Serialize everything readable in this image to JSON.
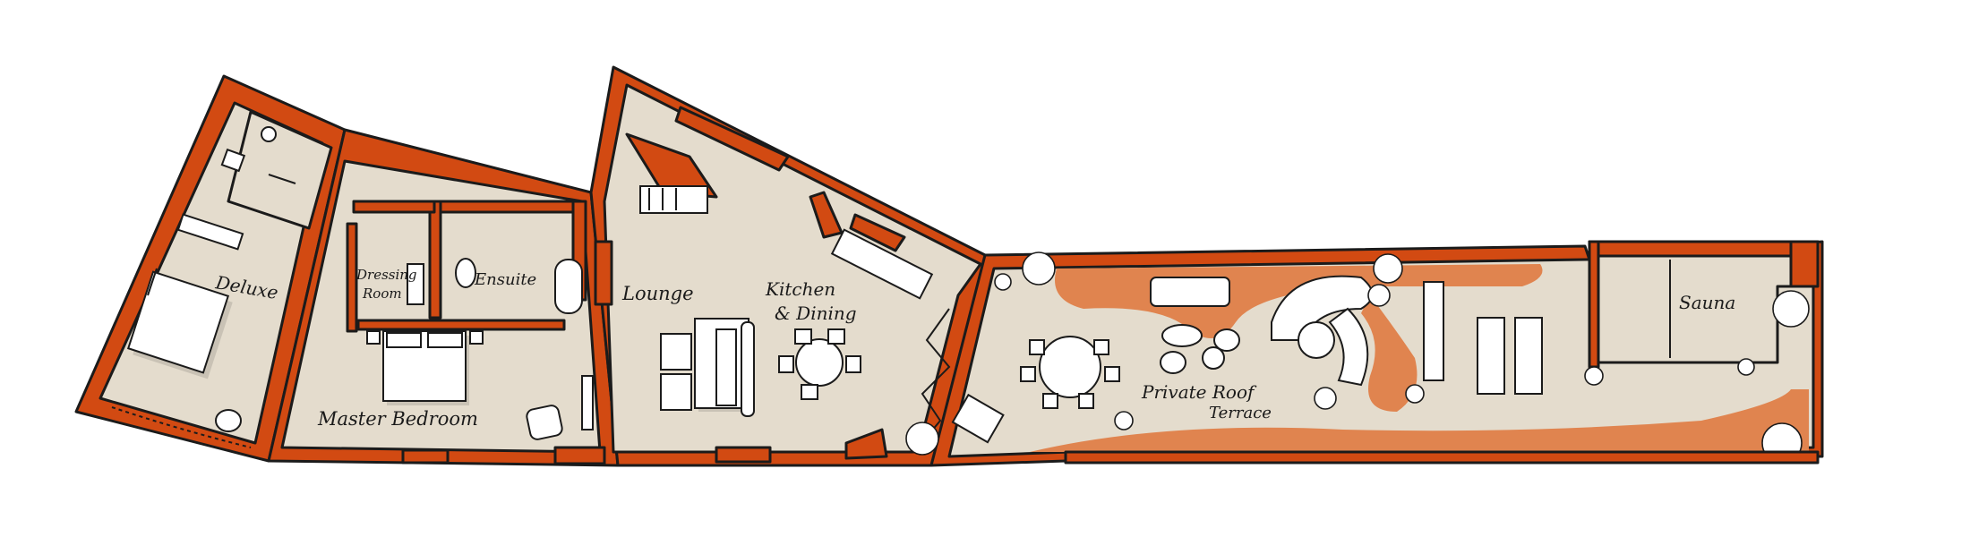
{
  "plan": {
    "rooms": {
      "deluxe": "Deluxe",
      "dressing_room_line1": "Dressing",
      "dressing_room_line2": "Room",
      "ensuite": "Ensuite",
      "master_bedroom": "Master Bedroom",
      "lounge": "Lounge",
      "kitchen_line1": "Kitchen",
      "kitchen_line2": "& Dining",
      "terrace_line1": "Private Roof",
      "terrace_line2": "Terrace",
      "sauna": "Sauna"
    },
    "colors": {
      "wall": "#d24a12",
      "floor": "#e4dccd",
      "planter": "#e0844f",
      "ink": "#1b1b1b"
    }
  }
}
